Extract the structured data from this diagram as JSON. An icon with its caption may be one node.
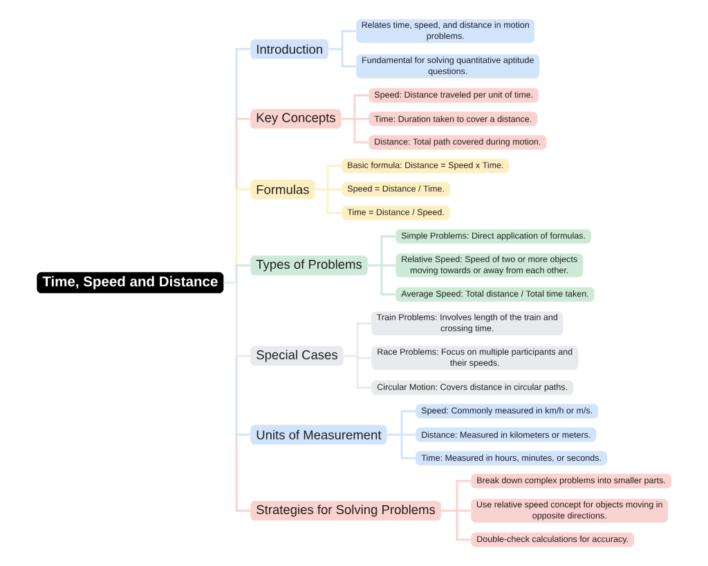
{
  "diagram": {
    "nodes": [
      {
        "text": [
          "Time, Speed and Distance"
        ]
      },
      {
        "text": [
          "Introduction"
        ]
      },
      {
        "text": [
          "Relates time, speed, and distance in motion problems."
        ]
      },
      {
        "text": [
          "Fundamental for solving quantitative aptitude questions."
        ]
      },
      {
        "text": [
          "Key Concepts"
        ]
      },
      {
        "text": [
          "Speed: Distance traveled per unit of time."
        ]
      },
      {
        "text": [
          "Time: Duration taken to cover a distance."
        ]
      },
      {
        "text": [
          "Distance: Total path covered during motion."
        ]
      },
      {
        "text": [
          "Formulas"
        ]
      },
      {
        "text": [
          "Basic formula: Distance = Speed x Time."
        ]
      },
      {
        "text": [
          "Speed = Distance / Time."
        ]
      },
      {
        "text": [
          "Time = Distance / Speed."
        ]
      },
      {
        "text": [
          "Types of Problems"
        ]
      },
      {
        "text": [
          "Simple Problems: Direct application of formulas."
        ]
      },
      {
        "text": [
          "Relative Speed: Speed of two or more objects moving towards or away from each other."
        ]
      },
      {
        "text": [
          "Average Speed: Total distance / Total time taken."
        ]
      },
      {
        "text": [
          "Special Cases"
        ]
      },
      {
        "text": [
          "Train Problems: Involves length of the train and crossing time."
        ]
      },
      {
        "text": [
          "Race Problems: Focus on multiple participants and their speeds."
        ]
      },
      {
        "text": [
          "Circular Motion: Covers distance in circular paths."
        ]
      },
      {
        "text": [
          "Units of Measurement"
        ]
      },
      {
        "text": [
          "Speed: Commonly measured in km/h or m/s."
        ]
      },
      {
        "text": [
          "Distance: Measured in kilometers or meters."
        ]
      },
      {
        "text": [
          "Time: Measured in hours, minutes, or seconds."
        ]
      },
      {
        "text": [
          "Strategies for Solving Problems"
        ]
      },
      {
        "text": [
          "Break down complex problems into smaller parts."
        ]
      },
      {
        "text": [
          "Use relative speed concept for objects moving in opposite directions."
        ]
      },
      {
        "text": [
          "Double-check calculations for accuracy."
        ]
      }
    ],
    "edges": [
      {
        "from": 0,
        "to": 1,
        "arrow": "none",
        "color": "#d2e3fc"
      },
      {
        "from": 1,
        "to": 2,
        "arrow": "none",
        "color": "#d2e3fc"
      },
      {
        "from": 1,
        "to": 3,
        "arrow": "none",
        "color": "#d2e3fc"
      },
      {
        "from": 0,
        "to": 4,
        "arrow": "none",
        "color": "#fad2cf"
      },
      {
        "from": 4,
        "to": 5,
        "arrow": "none",
        "color": "#fad2cf"
      },
      {
        "from": 4,
        "to": 6,
        "arrow": "none",
        "color": "#fad2cf"
      },
      {
        "from": 4,
        "to": 7,
        "arrow": "none",
        "color": "#fad2cf"
      },
      {
        "from": 0,
        "to": 8,
        "arrow": "none",
        "color": "#feefc3"
      },
      {
        "from": 8,
        "to": 9,
        "arrow": "none",
        "color": "#feefc3"
      },
      {
        "from": 8,
        "to": 10,
        "arrow": "none",
        "color": "#feefc3"
      },
      {
        "from": 8,
        "to": 11,
        "arrow": "none",
        "color": "#feefc3"
      },
      {
        "from": 0,
        "to": 12,
        "arrow": "none",
        "color": "#ceead6"
      },
      {
        "from": 12,
        "to": 13,
        "arrow": "none",
        "color": "#ceead6"
      },
      {
        "from": 12,
        "to": 14,
        "arrow": "none",
        "color": "#ceead6"
      },
      {
        "from": 12,
        "to": 15,
        "arrow": "none",
        "color": "#ceead6"
      },
      {
        "from": 0,
        "to": 16,
        "arrow": "none",
        "color": "#e8eaed"
      },
      {
        "from": 16,
        "to": 17,
        "arrow": "none",
        "color": "#e8eaed"
      },
      {
        "from": 16,
        "to": 18,
        "arrow": "none",
        "color": "#e8eaed"
      },
      {
        "from": 16,
        "to": 19,
        "arrow": "none",
        "color": "#e8eaed"
      },
      {
        "from": 0,
        "to": 20,
        "arrow": "none",
        "color": "#d2e3fc"
      },
      {
        "from": 20,
        "to": 21,
        "arrow": "none",
        "color": "#d2e3fc"
      },
      {
        "from": 20,
        "to": 22,
        "arrow": "none",
        "color": "#d2e3fc"
      },
      {
        "from": 20,
        "to": 23,
        "arrow": "none",
        "color": "#d2e3fc"
      },
      {
        "from": 0,
        "to": 24,
        "arrow": "none",
        "color": "#fad2cf"
      },
      {
        "from": 24,
        "to": 25,
        "arrow": "none",
        "color": "#fad2cf"
      },
      {
        "from": 24,
        "to": 26,
        "arrow": "none",
        "color": "#fad2cf"
      },
      {
        "from": 24,
        "to": 27,
        "arrow": "none",
        "color": "#fad2cf"
      }
    ]
  }
}
